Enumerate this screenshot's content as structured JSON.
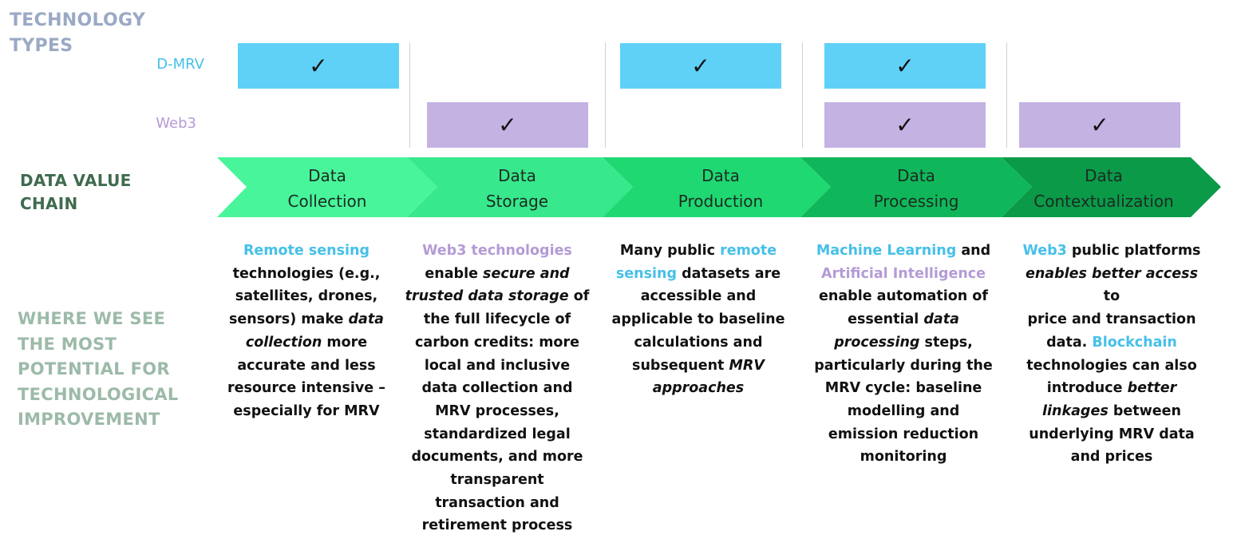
{
  "headings": {
    "technology_types": [
      "TECHNOLOGY",
      "TYPES"
    ],
    "data_value_chain": [
      "DATA VALUE",
      "CHAIN"
    ],
    "potential": [
      "WHERE WE SEE",
      "THE MOST",
      "POTENTIAL FOR",
      "TECHNOLOGICAL",
      "IMPROVEMENT"
    ]
  },
  "technology_rows": {
    "dmrv": {
      "label": "D-MRV",
      "color": "#5fd1f7"
    },
    "web3": {
      "label": "Web3",
      "color": "#c4b2e3"
    }
  },
  "check_glyph": "✓",
  "colors": {
    "blue_highlight": "#46c0e8",
    "purple_highlight": "#b49bd6",
    "chevrons": [
      "#48f59b",
      "#37e88c",
      "#1fd872",
      "#10b75a",
      "#0a9a48"
    ]
  },
  "stages": [
    {
      "line1": "Data",
      "line2": "Collection",
      "dmrv": true,
      "web3": false,
      "description": [
        [
          [
            "b",
            "Remote sensing"
          ]
        ],
        [
          [
            "n",
            "technologies (e.g.,"
          ]
        ],
        [
          [
            "n",
            "satellites, drones,"
          ]
        ],
        [
          [
            "n",
            "sensors) make "
          ],
          [
            "i",
            "data"
          ]
        ],
        [
          [
            "i",
            "collection"
          ],
          [
            "n",
            " more"
          ]
        ],
        [
          [
            "n",
            "accurate and less"
          ]
        ],
        [
          [
            "n",
            "resource intensive –"
          ]
        ],
        [
          [
            "n",
            "especially for MRV"
          ]
        ]
      ]
    },
    {
      "line1": "Data",
      "line2": "Storage",
      "dmrv": false,
      "web3": true,
      "description": [
        [
          [
            "p",
            "Web3 technologies"
          ]
        ],
        [
          [
            "n",
            "enable "
          ],
          [
            "i",
            "secure and"
          ]
        ],
        [
          [
            "i",
            "trusted data storage"
          ],
          [
            "n",
            " of"
          ]
        ],
        [
          [
            "n",
            "the full lifecycle of"
          ]
        ],
        [
          [
            "n",
            "carbon credits: more"
          ]
        ],
        [
          [
            "n",
            "local and inclusive"
          ]
        ],
        [
          [
            "n",
            "data collection and"
          ]
        ],
        [
          [
            "n",
            "MRV processes,"
          ]
        ],
        [
          [
            "n",
            "standardized legal"
          ]
        ],
        [
          [
            "n",
            "documents, and more"
          ]
        ],
        [
          [
            "n",
            "transparent"
          ]
        ],
        [
          [
            "n",
            "transaction and"
          ]
        ],
        [
          [
            "n",
            "retirement process"
          ]
        ]
      ]
    },
    {
      "line1": "Data",
      "line2": "Production",
      "dmrv": true,
      "web3": false,
      "description": [
        [
          [
            "n",
            "Many public "
          ],
          [
            "b",
            "remote"
          ]
        ],
        [
          [
            "b",
            "sensing"
          ],
          [
            "n",
            " datasets are"
          ]
        ],
        [
          [
            "n",
            "accessible and"
          ]
        ],
        [
          [
            "n",
            "applicable to baseline"
          ]
        ],
        [
          [
            "n",
            "calculations and"
          ]
        ],
        [
          [
            "n",
            "subsequent "
          ],
          [
            "i",
            "MRV"
          ]
        ],
        [
          [
            "i",
            "approaches"
          ]
        ]
      ]
    },
    {
      "line1": "Data",
      "line2": "Processing",
      "dmrv": true,
      "web3": true,
      "description": [
        [
          [
            "b",
            "Machine Learning"
          ],
          [
            "n",
            " and"
          ]
        ],
        [
          [
            "p",
            "Artificial Intelligence"
          ]
        ],
        [
          [
            "n",
            "enable automation of"
          ]
        ],
        [
          [
            "n",
            "essential "
          ],
          [
            "i",
            "data"
          ]
        ],
        [
          [
            "i",
            "processing"
          ],
          [
            "n",
            " steps,"
          ]
        ],
        [
          [
            "n",
            "particularly during the"
          ]
        ],
        [
          [
            "n",
            "MRV cycle: baseline"
          ]
        ],
        [
          [
            "n",
            "modelling and"
          ]
        ],
        [
          [
            "n",
            "emission reduction"
          ]
        ],
        [
          [
            "n",
            "monitoring"
          ]
        ]
      ]
    },
    {
      "line1": "Data",
      "line2": "Contextualization",
      "dmrv": false,
      "web3": true,
      "description": [
        [
          [
            "b",
            "Web3"
          ],
          [
            "n",
            " public platforms"
          ]
        ],
        [
          [
            "i",
            "enables better access"
          ],
          [
            "n",
            " to"
          ]
        ],
        [
          [
            "n",
            "price and transaction"
          ]
        ],
        [
          [
            "n",
            "data. "
          ],
          [
            "b",
            "Blockchain"
          ]
        ],
        [
          [
            "n",
            "technologies can also"
          ]
        ],
        [
          [
            "n",
            "introduce "
          ],
          [
            "i",
            "better"
          ]
        ],
        [
          [
            "i",
            "linkages"
          ],
          [
            "n",
            " between"
          ]
        ],
        [
          [
            "n",
            "underlying MRV data"
          ]
        ],
        [
          [
            "n",
            "and prices"
          ]
        ]
      ]
    }
  ]
}
